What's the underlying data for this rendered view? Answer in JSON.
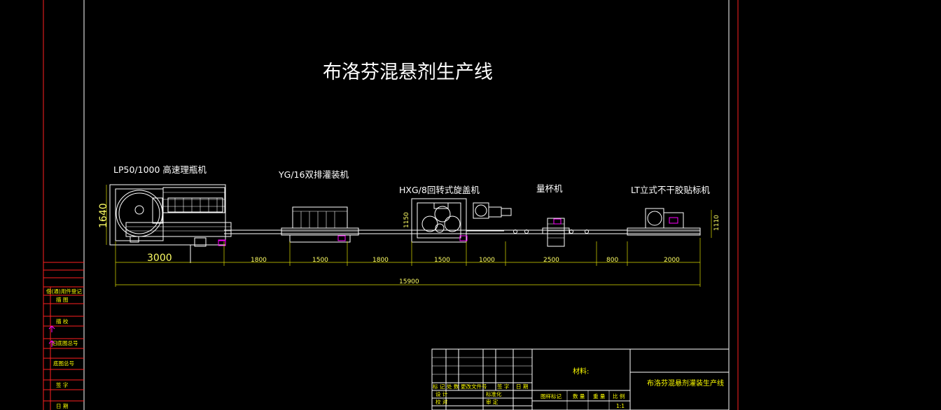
{
  "title": "布洛芬混悬剂生产线",
  "machines": [
    {
      "id": "unscrambler",
      "label": "LP50/1000 高速理瓶机"
    },
    {
      "id": "filler",
      "label": "YG/16双排灌装机"
    },
    {
      "id": "capper",
      "label": "HXG/8回转式旋盖机"
    },
    {
      "id": "cup",
      "label": "量杯机"
    },
    {
      "id": "labeler",
      "label": "LT立式不干胶贴标机"
    }
  ],
  "dimensions": {
    "height_left": "1640",
    "height_right": "1110",
    "capper_small": "1150",
    "segments": [
      "3000",
      "1800",
      "1500",
      "1800",
      "1500",
      "1000",
      "2500",
      "800",
      "2000"
    ],
    "total": "15900"
  },
  "left_strip": {
    "labels": [
      "借(通)用件登记",
      "描 图",
      "描 校",
      "旧底图总号",
      "底图总号",
      "签 字",
      "日 期"
    ]
  },
  "title_block": {
    "material_label": "材料:",
    "drawing_name": "布洛芬混悬剂灌装生产线",
    "revision_headers": [
      "标 记",
      "处 数",
      "更改文件号",
      "签 字",
      "日 期"
    ],
    "roles": [
      "设 计",
      "校 对"
    ],
    "roles_2": [
      "标准化",
      "审 定"
    ],
    "stage_headers": [
      "图样标记",
      "数 量",
      "重 量",
      "比 例"
    ],
    "scale": "1:1"
  }
}
